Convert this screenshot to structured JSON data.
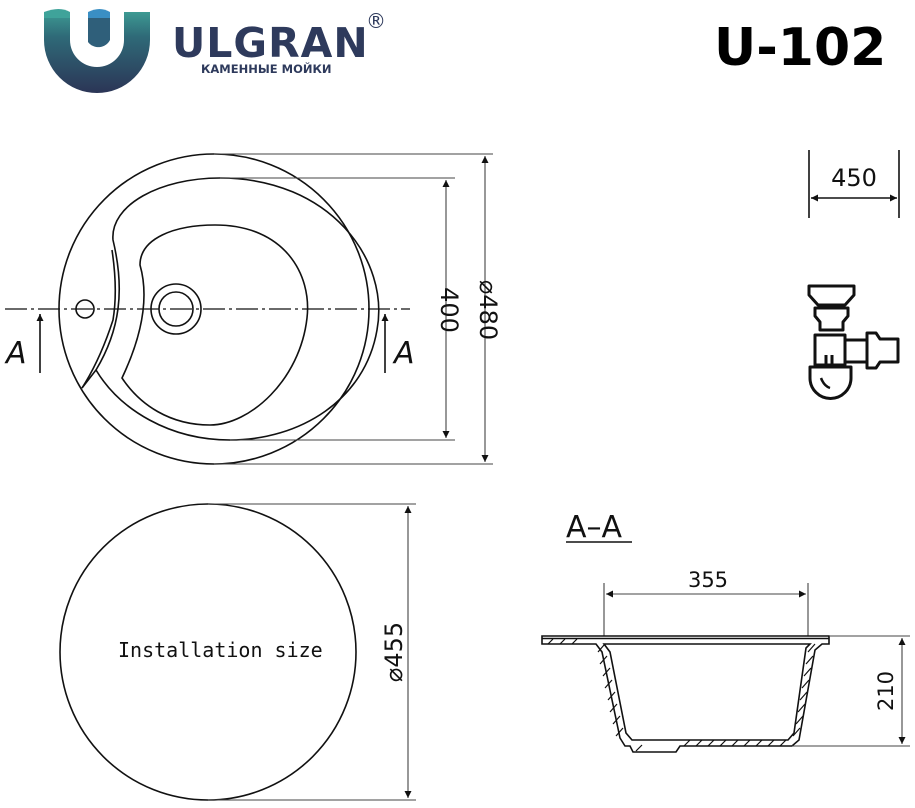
{
  "header": {
    "brand": {
      "name": "ULGRAN",
      "registered_mark": "®",
      "tagline": "КАМЕННЫЕ МОЙКИ",
      "colors": {
        "navy": "#2e3a5c",
        "teal": "#3d8c8a",
        "blue": "#3a8fc4"
      }
    },
    "model": "U-102"
  },
  "top_view": {
    "section_marker_left": "A",
    "section_marker_right": "A",
    "dim_inner_height": "400",
    "dim_outer_diameter": "⌀480"
  },
  "cabinet": {
    "min_width": "450",
    "siphon_icon": "siphon-icon"
  },
  "installation": {
    "label": "Installation size",
    "dim_diameter": "⌀455"
  },
  "section_view": {
    "title": "A–A",
    "dim_bowl_width": "355",
    "dim_depth": "210"
  }
}
